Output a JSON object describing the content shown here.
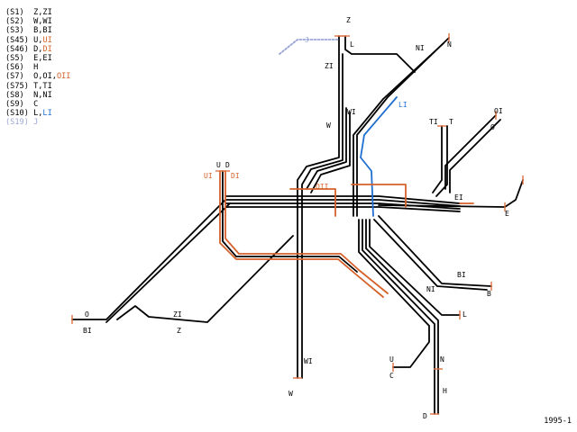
{
  "colors": {
    "line": "#000000",
    "accent": "#d4622a",
    "blue": "#1f6fd0",
    "faded": "#9aa6d8",
    "tick": "#e07040"
  },
  "legend": [
    {
      "code": "(S1)",
      "parts": [
        {
          "text": "Z,ZI",
          "color": "#000000"
        }
      ]
    },
    {
      "code": "(S2)",
      "parts": [
        {
          "text": "W,WI",
          "color": "#000000"
        }
      ]
    },
    {
      "code": "(S3)",
      "parts": [
        {
          "text": "B,BI",
          "color": "#000000"
        }
      ]
    },
    {
      "code": "(S45)",
      "parts": [
        {
          "text": "U,",
          "color": "#000000"
        },
        {
          "text": "UI",
          "color": "#d4622a"
        }
      ]
    },
    {
      "code": "(S46)",
      "parts": [
        {
          "text": "D,",
          "color": "#000000"
        },
        {
          "text": "DI",
          "color": "#d4622a"
        }
      ]
    },
    {
      "code": "(S5)",
      "parts": [
        {
          "text": "E,EI",
          "color": "#000000"
        }
      ]
    },
    {
      "code": "(S6)",
      "parts": [
        {
          "text": "H",
          "color": "#000000"
        }
      ]
    },
    {
      "code": "(S7)",
      "parts": [
        {
          "text": "O,OI,",
          "color": "#000000"
        },
        {
          "text": "OII",
          "color": "#d4622a"
        }
      ]
    },
    {
      "code": "(S75)",
      "parts": [
        {
          "text": "T,TI",
          "color": "#000000"
        }
      ]
    },
    {
      "code": "(S8)",
      "parts": [
        {
          "text": "N,NI",
          "color": "#000000"
        }
      ]
    },
    {
      "code": "(S9)",
      "parts": [
        {
          "text": "C",
          "color": "#000000"
        }
      ]
    },
    {
      "code": "(S10)",
      "parts": [
        {
          "text": "L,",
          "color": "#000000"
        },
        {
          "text": "LI",
          "color": "#1f6fd0"
        }
      ]
    },
    {
      "code": "(S19)",
      "parts": [
        {
          "text": "J",
          "color": "#9aa6d8"
        }
      ],
      "faded": true
    }
  ],
  "labels": [
    {
      "text": "Z",
      "color": "black"
    },
    {
      "text": "L",
      "color": "black"
    },
    {
      "text": "NI",
      "color": "black"
    },
    {
      "text": "N",
      "color": "black"
    },
    {
      "text": "J",
      "color": "faded"
    },
    {
      "text": "ZI",
      "color": "black"
    },
    {
      "text": "LI",
      "color": "blue"
    },
    {
      "text": "WI",
      "color": "black"
    },
    {
      "text": "W",
      "color": "black"
    },
    {
      "text": "TI",
      "color": "black"
    },
    {
      "text": "T",
      "color": "black"
    },
    {
      "text": "OI",
      "color": "black"
    },
    {
      "text": "O",
      "color": "black"
    },
    {
      "text": "U",
      "color": "black"
    },
    {
      "text": "D",
      "color": "black"
    },
    {
      "text": "UI",
      "color": "accent"
    },
    {
      "text": "DI",
      "color": "accent"
    },
    {
      "text": "OII",
      "color": "accent"
    },
    {
      "text": "EI",
      "color": "black"
    },
    {
      "text": "E",
      "color": "black"
    },
    {
      "text": "BI",
      "color": "black"
    },
    {
      "text": "B",
      "color": "black"
    },
    {
      "text": "NI",
      "color": "black"
    },
    {
      "text": "L",
      "color": "black"
    },
    {
      "text": "O",
      "color": "black"
    },
    {
      "text": "BI",
      "color": "black"
    },
    {
      "text": "ZI",
      "color": "black"
    },
    {
      "text": "Z",
      "color": "black"
    },
    {
      "text": "WI",
      "color": "black"
    },
    {
      "text": "W",
      "color": "black"
    },
    {
      "text": "U",
      "color": "black"
    },
    {
      "text": "C",
      "color": "black"
    },
    {
      "text": "N",
      "color": "black"
    },
    {
      "text": "H",
      "color": "black"
    },
    {
      "text": "D",
      "color": "black"
    }
  ],
  "footer": {
    "year": "1995-1"
  }
}
